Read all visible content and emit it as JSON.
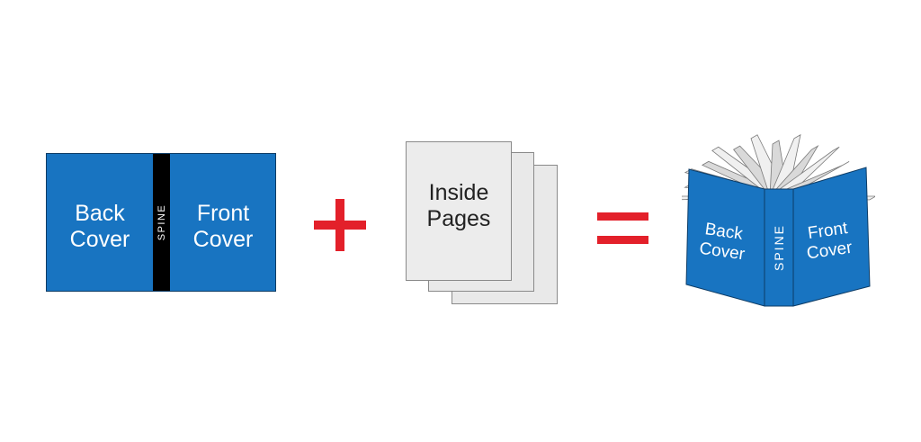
{
  "flat_cover": {
    "back_label": [
      "Back",
      "Cover"
    ],
    "front_label": [
      "Front",
      "Cover"
    ],
    "spine_label": "SPINE"
  },
  "operators": {
    "plus": "+",
    "equals": "="
  },
  "inside_pages": {
    "label": [
      "Inside",
      "Pages"
    ],
    "page_count": 3
  },
  "open_book": {
    "back_label": [
      "Back",
      "Cover"
    ],
    "front_label": [
      "Front",
      "Cover"
    ],
    "spine_label": "SPINE"
  },
  "colors": {
    "cover_blue": "#1874c1",
    "cover_dark": "#0d3c66",
    "spine_black": "#000000",
    "operator_red": "#e3202a",
    "page_gray": "#e9e9e9"
  }
}
